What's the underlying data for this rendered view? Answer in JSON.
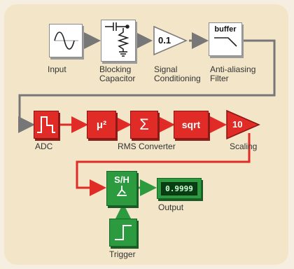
{
  "blocks": {
    "input": {
      "label": "Input"
    },
    "blocking_capacitor": {
      "label": "Blocking\nCapacitor"
    },
    "signal_conditioning": {
      "label": "Signal\nConditioning",
      "symbol": "0.1"
    },
    "anti_aliasing_filter": {
      "label": "Anti-aliasing\nFilter",
      "symbol": "buffer"
    },
    "adc": {
      "label": "ADC"
    },
    "square": {
      "symbol": "μ²"
    },
    "sum": {
      "symbol": "Σ"
    },
    "sqrt": {
      "symbol": "sqrt"
    },
    "scaling": {
      "label": "Scaling",
      "symbol": "10"
    },
    "rms_converter": {
      "label": "RMS Converter"
    },
    "sample_hold": {
      "symbol": "S/H"
    },
    "output": {
      "label": "Output",
      "display": "0.9999"
    },
    "trigger": {
      "label": "Trigger"
    }
  },
  "colors": {
    "signal_path": "#777777",
    "digital_path": "#e12b26",
    "trigger_path": "#2c9a3e"
  }
}
